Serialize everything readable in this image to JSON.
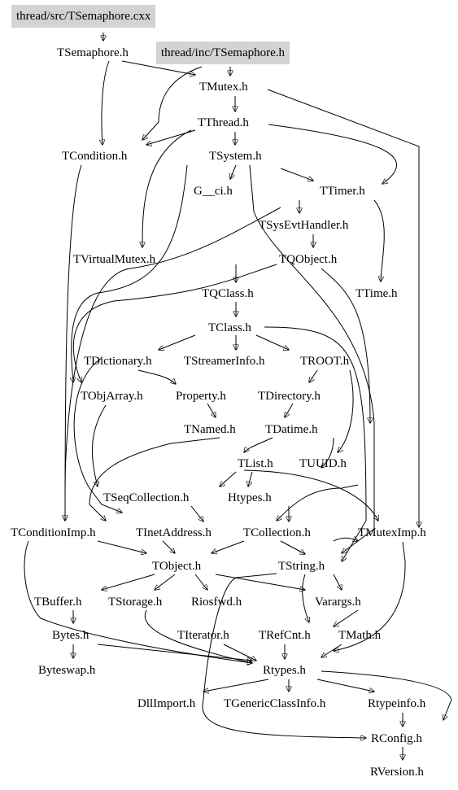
{
  "diagram": {
    "background": "#ffffff",
    "box_fill": "#d3d3d3",
    "nodes": {
      "src_file": "thread/src/TSemaphore.cxx",
      "tsemaphore_h": "TSemaphore.h",
      "inc_file": "thread/inc/TSemaphore.h",
      "tmutex_h": "TMutex.h",
      "tthread_h": "TThread.h",
      "tcondition_h": "TCondition.h",
      "tsystem_h": "TSystem.h",
      "gci_h": "G__ci.h",
      "ttimer_h": "TTimer.h",
      "tsysevthandler_h": "TSysEvtHandler.h",
      "tvirtualmutex_h": "TVirtualMutex.h",
      "tqobject_h": "TQObject.h",
      "tqclass_h": "TQClass.h",
      "ttime_h": "TTime.h",
      "tclass_h": "TClass.h",
      "tdictionary_h": "TDictionary.h",
      "tstreamerinfo_h": "TStreamerInfo.h",
      "troot_h": "TROOT.h",
      "tobjarray_h": "TObjArray.h",
      "property_h": "Property.h",
      "tdirectory_h": "TDirectory.h",
      "tnamed_h": "TNamed.h",
      "tdatime_h": "TDatime.h",
      "tlist_h": "TList.h",
      "tuuid_h": "TUUID.h",
      "tseqcollection_h": "TSeqCollection.h",
      "htypes_h": "Htypes.h",
      "tconditionimp_h": "TConditionImp.h",
      "tinetaddress_h": "TInetAddress.h",
      "tcollection_h": "TCollection.h",
      "tmuteximp_h": "TMutexImp.h",
      "tobject_h": "TObject.h",
      "tstring_h": "TString.h",
      "tbuffer_h": "TBuffer.h",
      "tstorage_h": "TStorage.h",
      "riosfwd_h": "Riosfwd.h",
      "varargs_h": "Varargs.h",
      "bytes_h": "Bytes.h",
      "titerator_h": "TIterator.h",
      "trefcnt_h": "TRefCnt.h",
      "tmath_h": "TMath.h",
      "byteswap_h": "Byteswap.h",
      "rtypes_h": "Rtypes.h",
      "dllimport_h": "DllImport.h",
      "tgenericclassinfo_h": "TGenericClassInfo.h",
      "rtypeinfo_h": "Rtypeinfo.h",
      "rconfig_h": "RConfig.h",
      "rversion_h": "RVersion.h"
    }
  }
}
